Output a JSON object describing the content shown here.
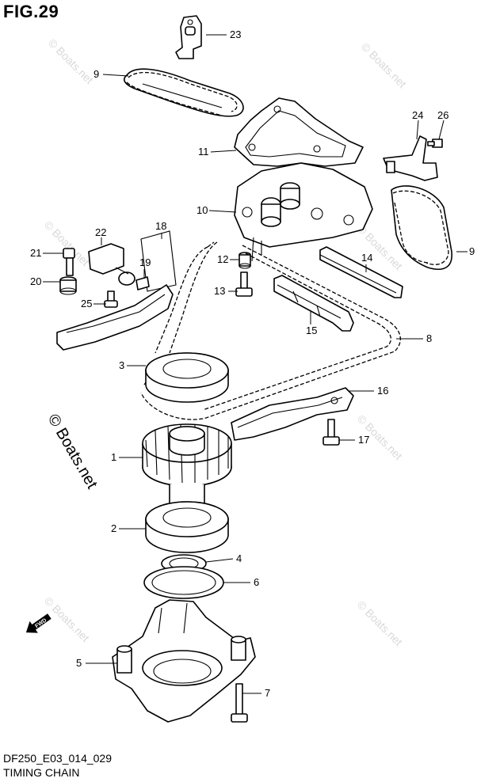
{
  "figure": {
    "title": "FIG.29"
  },
  "footer": {
    "code": "DF250_E03_014_029",
    "title": "TIMING CHAIN"
  },
  "watermark": {
    "text": "© Boats.net"
  },
  "fwd_label": "FWD",
  "callouts": {
    "c1": "1",
    "c2": "2",
    "c3": "3",
    "c4": "4",
    "c5": "5",
    "c6": "6",
    "c7": "7",
    "c8": "8",
    "c9a": "9",
    "c9b": "9",
    "c10": "10",
    "c11": "11",
    "c12": "12",
    "c13": "13",
    "c14": "14",
    "c15": "15",
    "c16": "16",
    "c17": "17",
    "c18": "18",
    "c19": "19",
    "c20": "20",
    "c21": "21",
    "c22": "22",
    "c23": "23",
    "c24": "24",
    "c25": "25",
    "c26": "26"
  }
}
